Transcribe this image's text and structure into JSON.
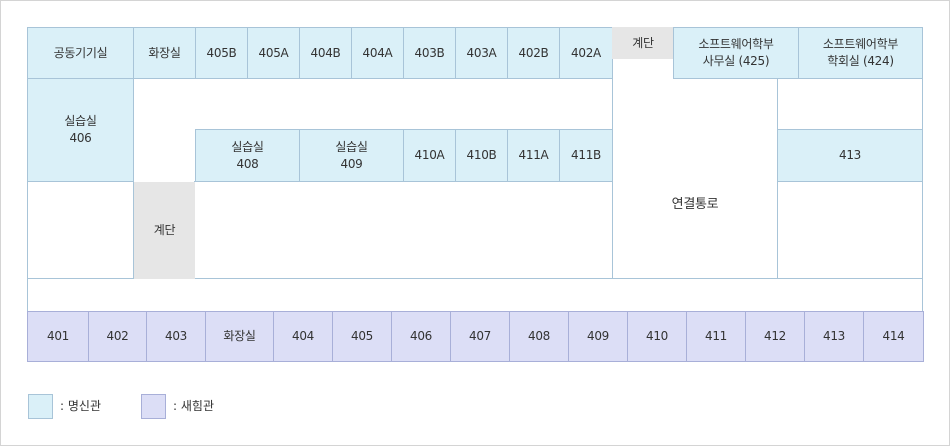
{
  "colors": {
    "myeongsin": "#daf0f8",
    "saehim": "#dcdef6",
    "stairs": "#e6e6e6",
    "border": "#a8c4d8"
  },
  "rooms": {
    "r_common": "공동기기실",
    "r_wc1": "화장실",
    "r_405b": "405B",
    "r_405a": "405A",
    "r_404b": "404B",
    "r_404a": "404A",
    "r_403b": "403B",
    "r_403a": "403A",
    "r_402b": "402B",
    "r_402a": "402A",
    "r_stair1": "계단",
    "r_sw_office": "소프트웨어학부\n사무실 (425)",
    "r_sw_council": "소프트웨어학부\n학회실 (424)",
    "r_lab406": "실습실\n406",
    "r_lab408": "실습실\n408",
    "r_lab409": "실습실\n409",
    "r_410a": "410A",
    "r_410b": "410B",
    "r_411a": "411A",
    "r_411b": "411B",
    "r_413top": "413",
    "r_stair2": "계단",
    "corridor": "연결통로",
    "bottom": [
      "401",
      "402",
      "403",
      "화장실",
      "404",
      "405",
      "406",
      "407",
      "408",
      "409",
      "410",
      "411",
      "412",
      "413",
      "414"
    ]
  },
  "legend": {
    "myeongsin": ": 명신관",
    "saehim": ": 새힘관"
  }
}
